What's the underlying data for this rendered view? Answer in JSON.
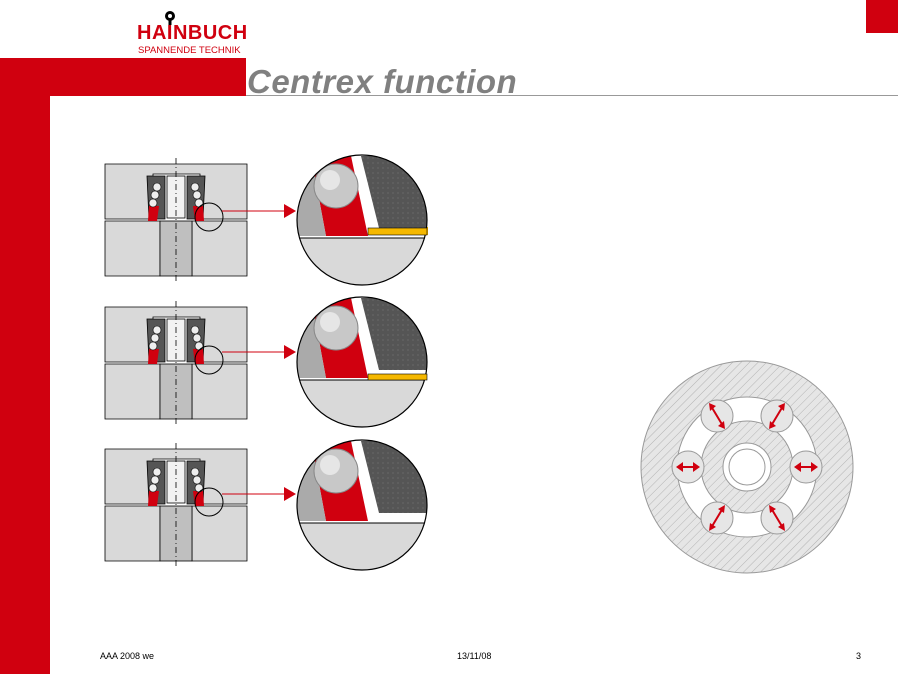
{
  "header": {
    "logo_text": "HAINBUCH",
    "logo_subtext": "SPANNENDE TECHNIK",
    "title": "Centrex function"
  },
  "footer": {
    "left": "AAA 2008 we",
    "center": "13/11/08",
    "page_number": "3"
  },
  "colors": {
    "brand_red": "#d0000f",
    "title_grey": "#808080",
    "part_grey": "#d9d9d9",
    "dark_grey": "#555555",
    "gap_yellow": "#f5b800"
  },
  "diagrams": {
    "section_views": [
      "section-view-1",
      "section-view-2",
      "section-view-3"
    ],
    "detail_views": [
      "detail-view-1",
      "detail-view-2",
      "detail-view-3"
    ],
    "top_view": "centrex-top-view"
  }
}
